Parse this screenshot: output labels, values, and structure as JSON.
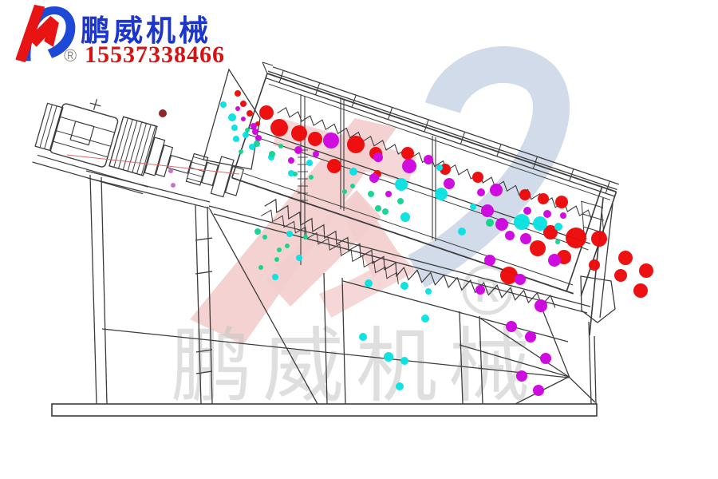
{
  "header": {
    "brand": "鹏威机械",
    "phone": "15537338466",
    "registered_mark": "®"
  },
  "watermark": {
    "brand_text": "鹏威机械",
    "registered_mark": "®"
  },
  "colors": {
    "brand_blue": "#1c35cf",
    "logo_red": "#e81414",
    "phone_red": "#d61212",
    "line": "#3c3c3c",
    "centerline_pink": "#e06a6a",
    "dot_red": "#ee0a0a",
    "dot_magenta": "#cf06df",
    "dot_cyan": "#0ae2e2",
    "dot_green": "#12d58f",
    "dot_violet": "#c76ec7",
    "dot_darkred": "#8e2020",
    "wm_pink": "#f3cdcd",
    "wm_blue": "#cfd9e8",
    "wm_gray": "#c6c6c6"
  },
  "diagram": {
    "dots": {
      "red": [
        [
          298,
          117,
          4
        ],
        [
          305,
          130,
          4
        ],
        [
          313,
          142,
          4
        ],
        [
          323,
          155,
          3
        ],
        [
          334,
          141,
          9
        ],
        [
          350,
          160,
          11
        ],
        [
          375,
          167,
          10
        ],
        [
          395,
          174,
          9
        ],
        [
          419,
          208,
          9
        ],
        [
          446,
          181,
          11
        ],
        [
          471,
          192,
          8
        ],
        [
          511,
          192,
          8
        ],
        [
          558,
          212,
          7
        ],
        [
          599,
          222,
          7
        ],
        [
          658,
          244,
          7
        ],
        [
          681,
          249,
          7
        ],
        [
          704,
          253,
          8
        ],
        [
          473,
          218,
          5
        ],
        [
          690,
          291,
          9
        ],
        [
          674,
          311,
          10
        ],
        [
          707,
          322,
          9
        ],
        [
          638,
          345,
          11
        ],
        [
          722,
          298,
          13
        ],
        [
          751,
          299,
          10
        ],
        [
          745,
          332,
          7
        ],
        [
          784,
          323,
          9
        ],
        [
          778,
          345,
          8
        ],
        [
          810,
          339,
          9
        ],
        [
          803,
          364,
          9
        ]
      ],
      "magenta": [
        [
          298,
          136,
          3
        ],
        [
          305,
          149,
          3
        ],
        [
          318,
          158,
          4
        ],
        [
          324,
          173,
          4
        ],
        [
          320,
          165,
          4
        ],
        [
          415,
          176,
          10
        ],
        [
          374,
          188,
          5
        ],
        [
          396,
          193,
          4
        ],
        [
          365,
          201,
          4
        ],
        [
          474,
          197,
          6
        ],
        [
          513,
          208,
          9
        ],
        [
          469,
          223,
          6
        ],
        [
          487,
          243,
          4
        ],
        [
          537,
          200,
          6
        ],
        [
          563,
          230,
          7
        ],
        [
          603,
          241,
          5
        ],
        [
          622,
          238,
          8
        ],
        [
          611,
          264,
          8
        ],
        [
          629,
          281,
          8
        ],
        [
          639,
          295,
          6
        ],
        [
          659,
          299,
          7
        ],
        [
          706,
          270,
          4
        ],
        [
          686,
          268,
          5
        ],
        [
          695,
          326,
          8
        ],
        [
          661,
          264,
          5
        ],
        [
          614,
          326,
          7
        ],
        [
          652,
          350,
          7
        ],
        [
          602,
          363,
          6
        ],
        [
          678,
          383,
          8
        ],
        [
          641,
          409,
          7
        ],
        [
          665,
          422,
          7
        ],
        [
          684,
          449,
          7
        ],
        [
          654,
          471,
          7
        ],
        [
          675,
          489,
          7
        ]
      ],
      "cyan": [
        [
          280,
          131,
          4
        ],
        [
          291,
          147,
          5
        ],
        [
          294,
          160,
          4
        ],
        [
          296,
          174,
          4
        ],
        [
          308,
          169,
          4
        ],
        [
          316,
          184,
          4
        ],
        [
          340,
          197,
          4
        ],
        [
          365,
          217,
          4
        ],
        [
          388,
          204,
          4
        ],
        [
          443,
          215,
          5
        ],
        [
          503,
          231,
          8
        ],
        [
          553,
          243,
          8
        ],
        [
          508,
          272,
          6
        ],
        [
          551,
          210,
          4
        ],
        [
          579,
          290,
          5
        ],
        [
          593,
          259,
          4
        ],
        [
          654,
          278,
          10
        ],
        [
          677,
          280,
          9
        ],
        [
          700,
          284,
          5
        ],
        [
          363,
          293,
          4
        ],
        [
          375,
          323,
          4
        ],
        [
          345,
          347,
          4
        ],
        [
          462,
          355,
          5
        ],
        [
          507,
          358,
          5
        ],
        [
          537,
          365,
          4
        ],
        [
          533,
          399,
          5
        ],
        [
          455,
          422,
          5
        ],
        [
          487,
          447,
          6
        ],
        [
          507,
          452,
          5
        ],
        [
          501,
          484,
          5
        ]
      ],
      "green": [
        [
          302,
          190,
          3
        ],
        [
          310,
          163,
          3
        ],
        [
          322,
          180,
          4
        ],
        [
          341,
          193,
          4
        ],
        [
          352,
          183,
          3
        ],
        [
          370,
          218,
          3
        ],
        [
          390,
          222,
          3
        ],
        [
          432,
          240,
          3
        ],
        [
          442,
          233,
          3
        ],
        [
          465,
          243,
          4
        ],
        [
          483,
          265,
          4
        ],
        [
          474,
          261,
          4
        ],
        [
          502,
          252,
          4
        ],
        [
          614,
          279,
          5
        ],
        [
          699,
          303,
          3
        ],
        [
          323,
          290,
          4
        ],
        [
          332,
          297,
          3
        ],
        [
          383,
          297,
          3
        ],
        [
          350,
          313,
          3
        ],
        [
          360,
          308,
          3
        ],
        [
          347,
          325,
          3
        ],
        [
          327,
          335,
          3
        ]
      ],
      "violet": [
        [
          214,
          214,
          3
        ],
        [
          217,
          232,
          3
        ]
      ],
      "darkred": [
        [
          204,
          142,
          5
        ]
      ]
    }
  }
}
